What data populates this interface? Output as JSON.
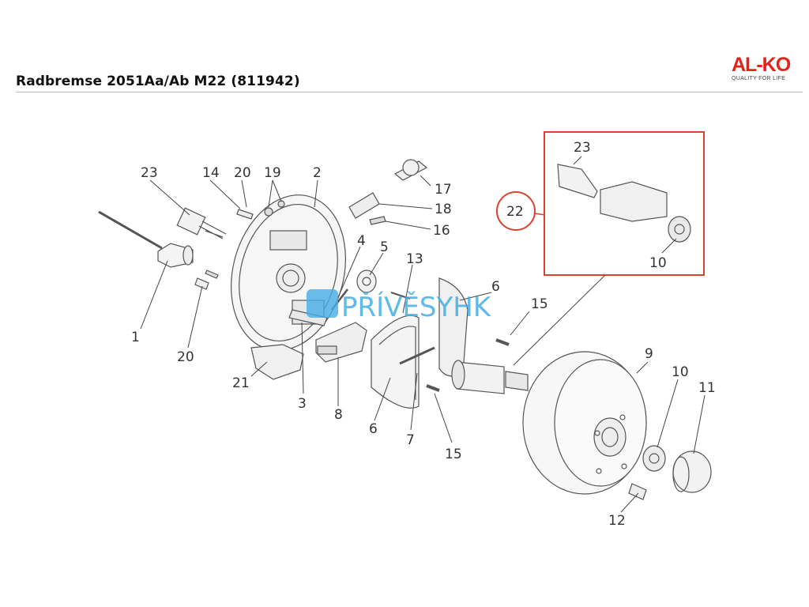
{
  "header": {
    "title": "Radbremse 2051Aa/Ab M22 (811942)"
  },
  "logo": {
    "brand": "AL-KO",
    "tagline": "QUALITY FOR LIFE",
    "color": "#e2231a"
  },
  "watermark": {
    "text": "PŘÍVĚSYHK",
    "color": "#43aee6"
  },
  "callouts": [
    {
      "id": "c23a",
      "text": "23"
    },
    {
      "id": "c14",
      "text": "14"
    },
    {
      "id": "c20a",
      "text": "20"
    },
    {
      "id": "c19",
      "text": "19"
    },
    {
      "id": "c2",
      "text": "2"
    },
    {
      "id": "c17",
      "text": "17"
    },
    {
      "id": "c18",
      "text": "18"
    },
    {
      "id": "c16",
      "text": "16"
    },
    {
      "id": "c4",
      "text": "4"
    },
    {
      "id": "c5",
      "text": "5"
    },
    {
      "id": "c13",
      "text": "13"
    },
    {
      "id": "c6a",
      "text": "6"
    },
    {
      "id": "c15a",
      "text": "15"
    },
    {
      "id": "c1",
      "text": "1"
    },
    {
      "id": "c20b",
      "text": "20"
    },
    {
      "id": "c21",
      "text": "21"
    },
    {
      "id": "c3",
      "text": "3"
    },
    {
      "id": "c8",
      "text": "8"
    },
    {
      "id": "c6b",
      "text": "6"
    },
    {
      "id": "c7",
      "text": "7"
    },
    {
      "id": "c15b",
      "text": "15"
    },
    {
      "id": "c9",
      "text": "9"
    },
    {
      "id": "c10a",
      "text": "10"
    },
    {
      "id": "c11",
      "text": "11"
    },
    {
      "id": "c12",
      "text": "12"
    },
    {
      "id": "c22",
      "text": "22"
    },
    {
      "id": "c23b",
      "text": "23"
    },
    {
      "id": "c10b",
      "text": "10"
    }
  ]
}
